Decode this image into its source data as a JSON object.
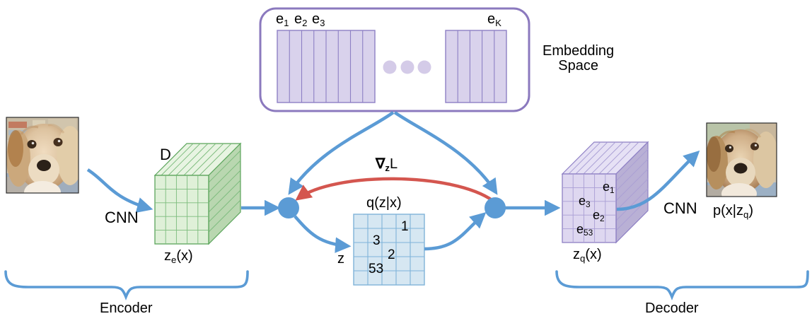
{
  "figure": {
    "title": "VQ-VAE architecture diagram",
    "background": "#ffffff"
  },
  "colors": {
    "arrow_blue": "#5b9bd5",
    "gradient_red": "#d4564f",
    "codebook_purple_stroke": "#8d7fc4",
    "codebook_purple_fill": "#d9d2ec",
    "embedding_box_stroke": "#8b79be",
    "encoder_green_stroke": "#5aa45a",
    "encoder_green_face": "#dff0d8",
    "encoder_green_side": "#b9d7b0",
    "encoder_green_top": "#e8f4e2",
    "decoder_purple_face": "#ded7f0",
    "decoder_purple_side": "#b9b0d5",
    "decoder_purple_top": "#e6e1f5",
    "grid_blue_fill": "#d6e7f2",
    "grid_blue_stroke": "#7fb3d9",
    "text_black": "#000000"
  },
  "embedding_space": {
    "label_line1": "Embedding",
    "label_line2": "Space",
    "left_block": {
      "stripes": 8,
      "labels": [
        "e₁",
        "e₂",
        "e₃"
      ],
      "label_parts": [
        {
          "base": "e",
          "sub": "1"
        },
        {
          "base": "e",
          "sub": "2"
        },
        {
          "base": "e",
          "sub": "3"
        }
      ]
    },
    "right_block": {
      "stripes": 5,
      "label": "e_K",
      "label_parts": {
        "base": "e",
        "sub": "K"
      }
    },
    "ellipsis_dots": 3
  },
  "input": {
    "image_alt": "input photo of a cocker spaniel dog",
    "cnn_label": "CNN"
  },
  "encoder_cube": {
    "depth_label": "D",
    "output_label_base": "z",
    "output_label_sub": "e",
    "output_label_tail": "(x)",
    "output_label_full": "z_e(x)",
    "grid_cols": 5,
    "grid_rows": 5
  },
  "latent": {
    "posterior_label": "q(z|x)",
    "z_label": "z",
    "grid_cols": 5,
    "grid_rows": 5,
    "cells": [
      {
        "row": 1,
        "col": 4,
        "value": "1"
      },
      {
        "row": 2,
        "col": 2,
        "value": "3"
      },
      {
        "row": 3,
        "col": 3,
        "value": "2"
      },
      {
        "row": 4,
        "col": 2,
        "value": "53"
      }
    ]
  },
  "gradient": {
    "label_nabla": "∇",
    "label_sub": "z",
    "label_tail": "L",
    "label_full": "∇_z L"
  },
  "decoder_cube": {
    "output_label_base": "z",
    "output_label_sub": "q",
    "output_label_tail": "(x)",
    "output_label_full": "z_q(x)",
    "grid_cols": 5,
    "grid_rows": 5,
    "cells": [
      {
        "row": 1,
        "col": 4,
        "base": "e",
        "sub": "1"
      },
      {
        "row": 2,
        "col": 2,
        "base": "e",
        "sub": "3"
      },
      {
        "row": 3,
        "col": 3,
        "base": "e",
        "sub": "2"
      },
      {
        "row": 4,
        "col": 2,
        "base": "e",
        "sub": "53"
      }
    ]
  },
  "output": {
    "cnn_label": "CNN",
    "image_alt": "reconstructed photo of a cocker spaniel dog",
    "likelihood_label_base": "p(x|z",
    "likelihood_label_sub": "q",
    "likelihood_label_tail": ")",
    "likelihood_label_full": "p(x|z_q)"
  },
  "braces": {
    "encoder_label": "Encoder",
    "decoder_label": "Decoder"
  }
}
